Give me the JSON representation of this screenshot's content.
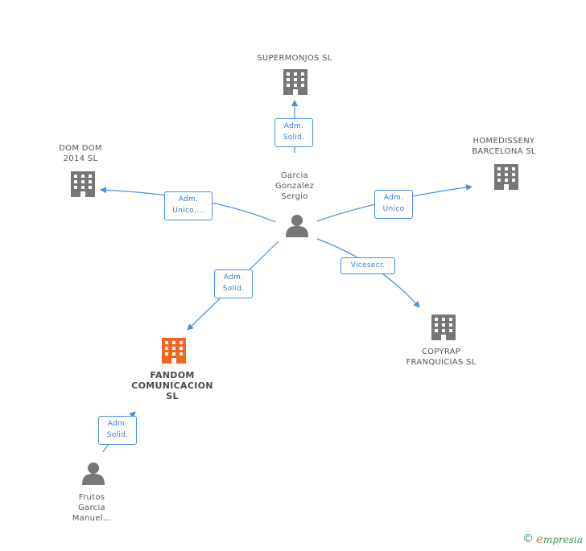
{
  "colors": {
    "edge": "#4a90d9",
    "building": "#777777",
    "focus_building": "#f26522",
    "person": "#777777"
  },
  "nodes": {
    "supermonjos": {
      "label": "SUPERMONJOS SL",
      "icon": "building-icon"
    },
    "domdom": {
      "label": "DOM DOM\n2014  SL",
      "icon": "building-icon"
    },
    "homedisseny": {
      "label": "HOMEDISSENY\nBARCELONA SL",
      "icon": "building-icon"
    },
    "copyrap": {
      "label": "COPYRAP\nFRANQUICIAS SL",
      "icon": "building-icon"
    },
    "fandom": {
      "label": "FANDOM\nCOMUNICACION\nSL",
      "icon": "building-icon"
    },
    "garcia": {
      "label": "Garcia\nGonzalez\nSergio",
      "icon": "person-icon"
    },
    "frutos": {
      "label": "Frutos\nGarcia\nManuel...",
      "icon": "person-icon"
    }
  },
  "edges": {
    "garcia_supermonjos": "Adm.\nSolid.",
    "garcia_domdom": "Adm.\nUnico,...",
    "garcia_homedisseny": "Adm.\nUnico",
    "garcia_copyrap": "Vicesecr.",
    "garcia_fandom": "Adm.\nSolid.",
    "frutos_fandom": "Adm.\nSolid."
  },
  "footer": {
    "copyright": "©",
    "brand_initial": "e",
    "brand_rest": "mpresia"
  }
}
